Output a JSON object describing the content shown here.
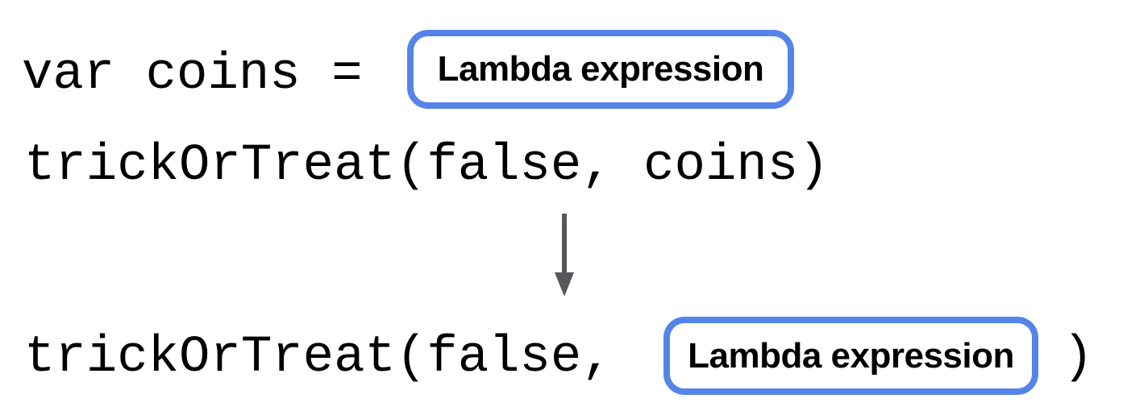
{
  "colors": {
    "chip_border": "#5584e8",
    "arrow": "#57575b",
    "code_text": "#000000",
    "background": "#ffffff"
  },
  "diagram": {
    "line1": {
      "code": "var coins =",
      "chip_label": "Lambda expression"
    },
    "line2": {
      "code": "trickOrTreat(false, coins)"
    },
    "arrow_icon": "down-arrow",
    "line3": {
      "code_prefix": "trickOrTreat(false,",
      "chip_label": "Lambda expression",
      "code_suffix": ")"
    }
  }
}
